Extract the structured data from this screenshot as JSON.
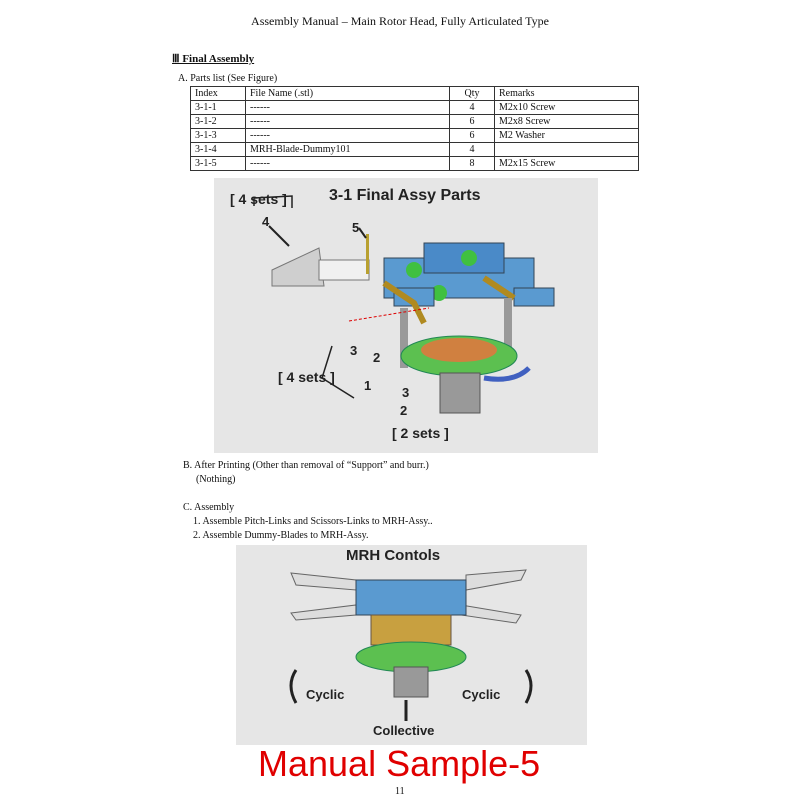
{
  "header": {
    "title": "Assembly Manual – Main Rotor Head, Fully Articulated Type"
  },
  "section": {
    "title": "Ⅲ  Final Assembly"
  },
  "parts": {
    "heading": "A. Parts list (See Figure)",
    "columns": [
      "Index",
      "File Name (.stl)",
      "Qty",
      "Remarks"
    ],
    "rows": [
      [
        "3-1-1",
        "------",
        "4",
        "M2x10 Screw"
      ],
      [
        "3-1-2",
        "------",
        "6",
        "M2x8 Screw"
      ],
      [
        "3-1-3",
        "------",
        "6",
        "M2 Washer"
      ],
      [
        "3-1-4",
        "MRH-Blade-Dummy101",
        "4",
        ""
      ],
      [
        "3-1-5",
        "------",
        "8",
        "M2x15 Screw"
      ]
    ]
  },
  "figure1": {
    "title": "3-1 Final Assy Parts",
    "set4a": "[ 4 sets ]",
    "set4b": "[ 4 sets ]",
    "set2": "[ 2 sets ]",
    "n1": "1",
    "n2a": "2",
    "n2b": "2",
    "n3a": "3",
    "n3b": "3",
    "n4": "4",
    "n5": "5"
  },
  "after": {
    "heading": "B. After Printing (Other than removal of “Support” and burr.)",
    "note": "(Nothing)"
  },
  "assembly": {
    "heading": "C. Assembly",
    "steps": [
      "1.   Assemble Pitch-Links and Scissors-Links to MRH-Assy..",
      "2.   Assemble Dummy-Blades to MRH-Assy."
    ]
  },
  "figure2": {
    "title": "MRH Contols",
    "cyclic_left": "Cyclic",
    "cyclic_right": "Cyclic",
    "collective": "Collective"
  },
  "watermark": "Manual Sample-5",
  "page_number": "11"
}
